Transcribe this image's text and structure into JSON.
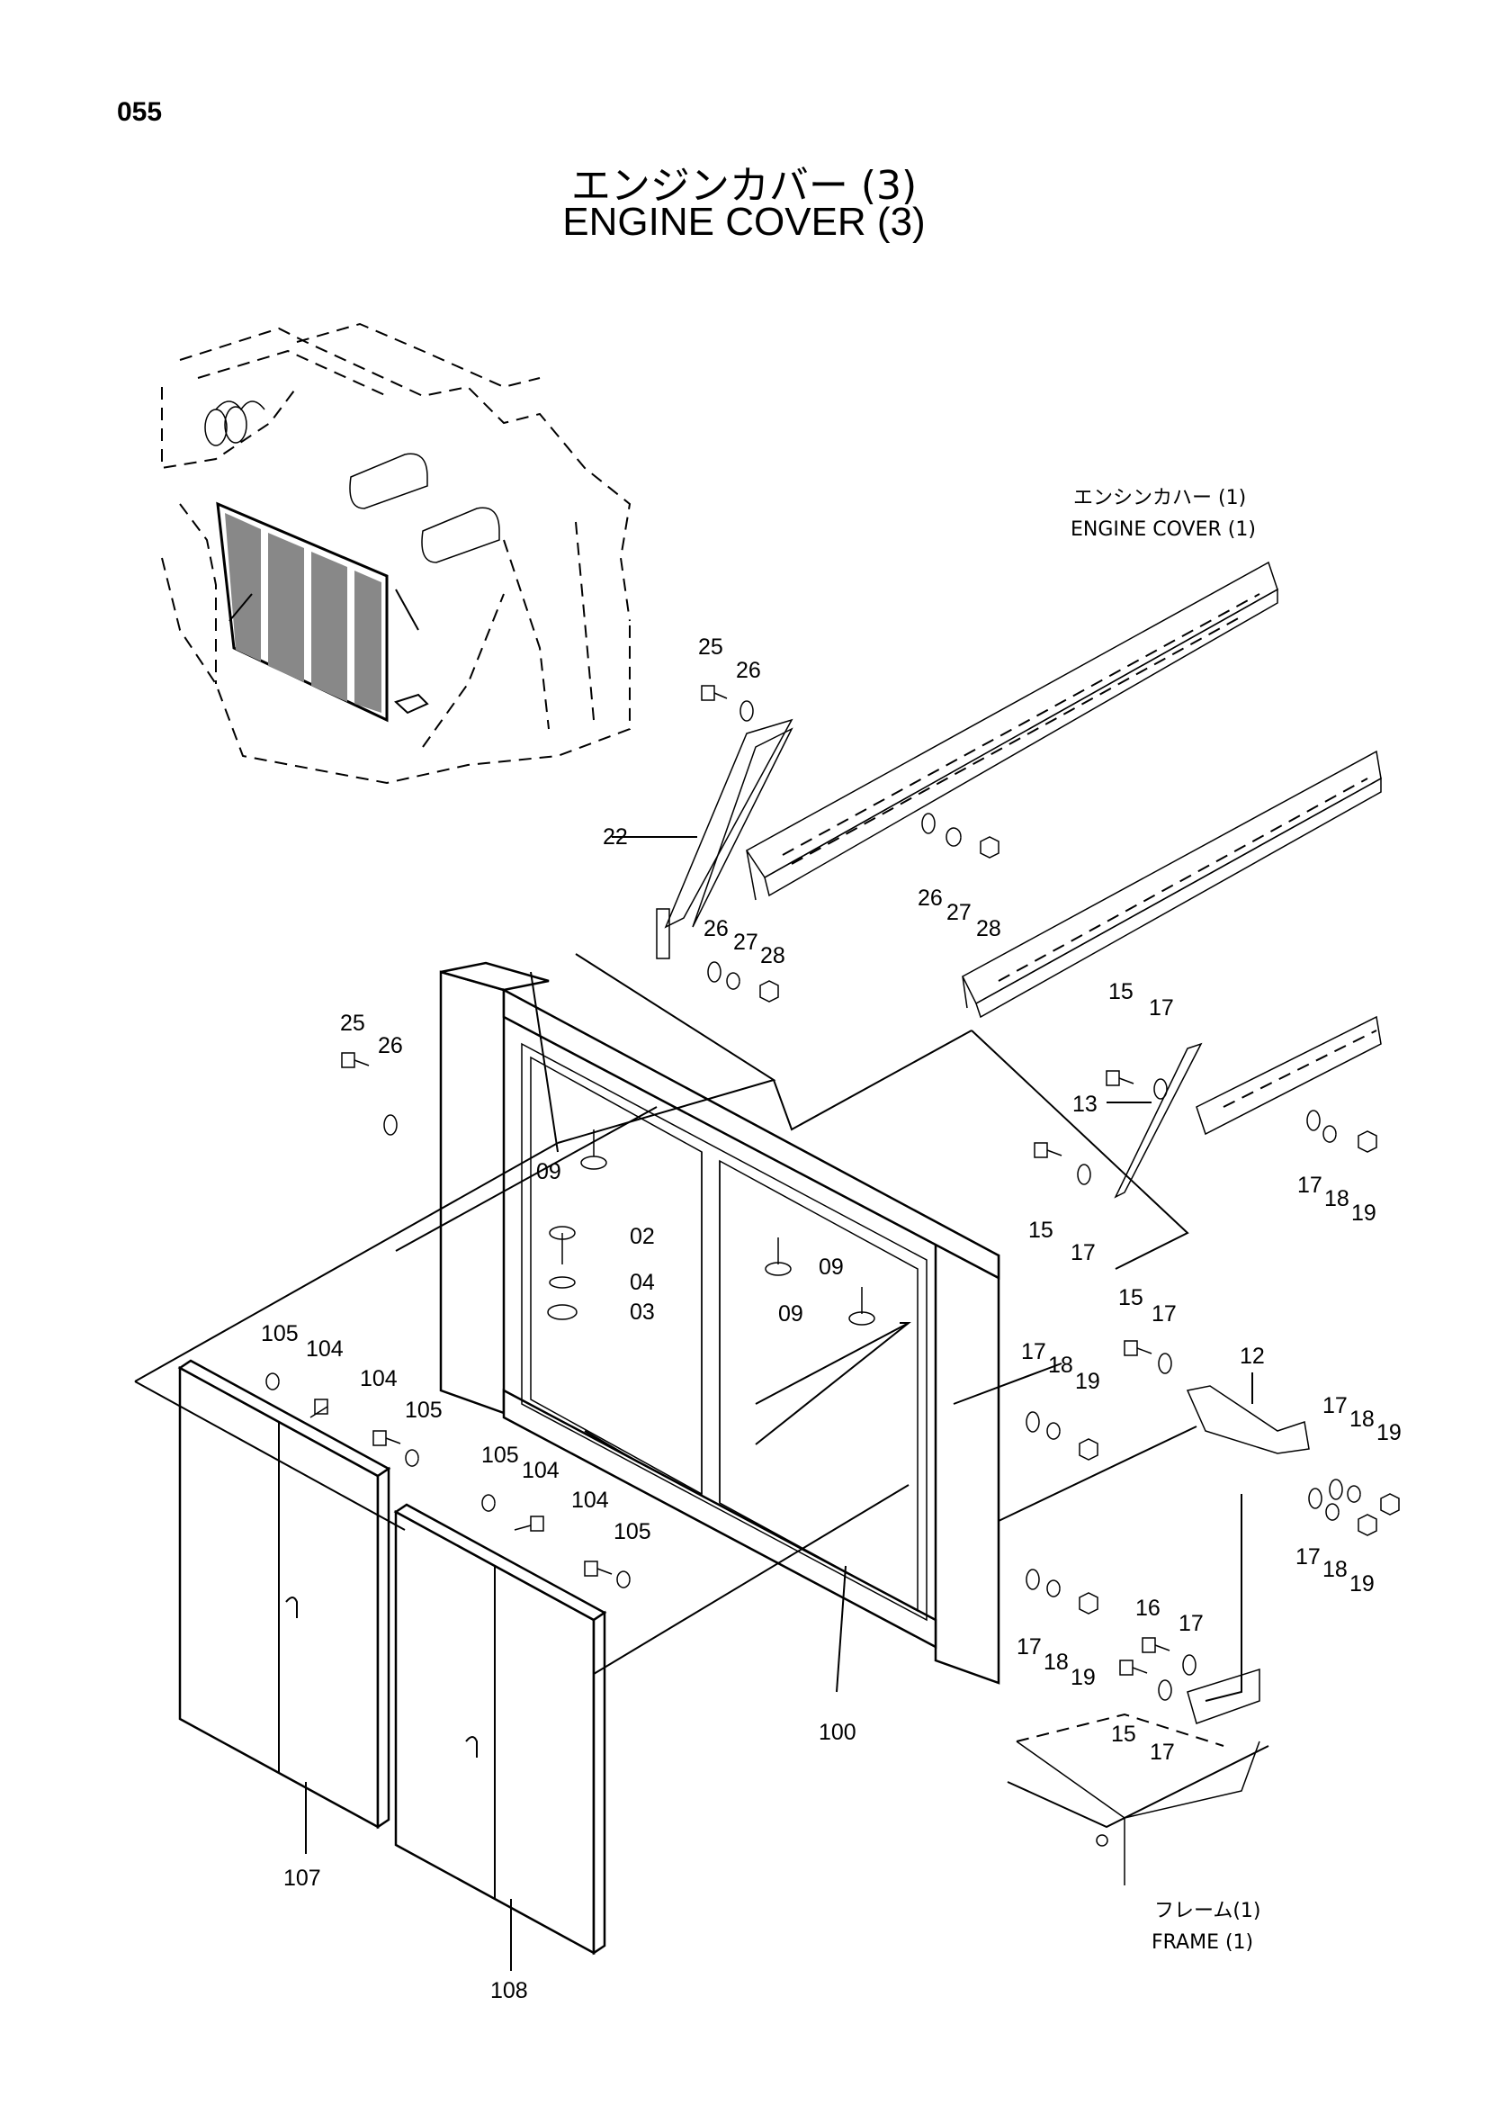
{
  "page_number": "055",
  "title_jp": "エンジンカバー (3)",
  "title_en": "ENGINE COVER (3)",
  "references": {
    "engine_cover_jp": "エンシンカハー (1)",
    "engine_cover_en": "ENGINE  COVER (1)",
    "frame_jp": "フレーム(1)",
    "frame_en": "FRAME (1)"
  },
  "part_labels": [
    {
      "id": "p25a",
      "text": "25"
    },
    {
      "id": "p26a",
      "text": "26"
    },
    {
      "id": "p22",
      "text": "22"
    },
    {
      "id": "p26b",
      "text": "26"
    },
    {
      "id": "p27b",
      "text": "27"
    },
    {
      "id": "p28b",
      "text": "28"
    },
    {
      "id": "p26c",
      "text": "26"
    },
    {
      "id": "p27c",
      "text": "27"
    },
    {
      "id": "p28c",
      "text": "28"
    },
    {
      "id": "p25d",
      "text": "25"
    },
    {
      "id": "p26d",
      "text": "26"
    },
    {
      "id": "p09a",
      "text": "09"
    },
    {
      "id": "p02",
      "text": "02"
    },
    {
      "id": "p04",
      "text": "04"
    },
    {
      "id": "p03",
      "text": "03"
    },
    {
      "id": "p09b",
      "text": "09"
    },
    {
      "id": "p09c",
      "text": "09"
    },
    {
      "id": "p15a",
      "text": "15"
    },
    {
      "id": "p17a",
      "text": "17"
    },
    {
      "id": "p13",
      "text": "13"
    },
    {
      "id": "p17b",
      "text": "17"
    },
    {
      "id": "p18b",
      "text": "18"
    },
    {
      "id": "p19b",
      "text": "19"
    },
    {
      "id": "p15c",
      "text": "15"
    },
    {
      "id": "p17c",
      "text": "17"
    },
    {
      "id": "p15e",
      "text": "15"
    },
    {
      "id": "p17e",
      "text": "17"
    },
    {
      "id": "p12",
      "text": "12"
    },
    {
      "id": "p17f",
      "text": "17"
    },
    {
      "id": "p18f",
      "text": "18"
    },
    {
      "id": "p19f",
      "text": "19"
    },
    {
      "id": "p17g",
      "text": "17"
    },
    {
      "id": "p18g",
      "text": "18"
    },
    {
      "id": "p19g",
      "text": "19"
    },
    {
      "id": "p17h",
      "text": "17"
    },
    {
      "id": "p18h",
      "text": "18"
    },
    {
      "id": "p19h",
      "text": "19"
    },
    {
      "id": "p17i",
      "text": "17"
    },
    {
      "id": "p18i",
      "text": "18"
    },
    {
      "id": "p19i",
      "text": "19"
    },
    {
      "id": "p16",
      "text": "16"
    },
    {
      "id": "p17j",
      "text": "17"
    },
    {
      "id": "p15k",
      "text": "15"
    },
    {
      "id": "p17k",
      "text": "17"
    },
    {
      "id": "p105a",
      "text": "105"
    },
    {
      "id": "p104a",
      "text": "104"
    },
    {
      "id": "p104b",
      "text": "104"
    },
    {
      "id": "p105b",
      "text": "105"
    },
    {
      "id": "p105c",
      "text": "105"
    },
    {
      "id": "p104c",
      "text": "104"
    },
    {
      "id": "p104d",
      "text": "104"
    },
    {
      "id": "p105d",
      "text": "105"
    },
    {
      "id": "p100",
      "text": "100"
    },
    {
      "id": "p107",
      "text": "107"
    },
    {
      "id": "p108",
      "text": "108"
    }
  ]
}
